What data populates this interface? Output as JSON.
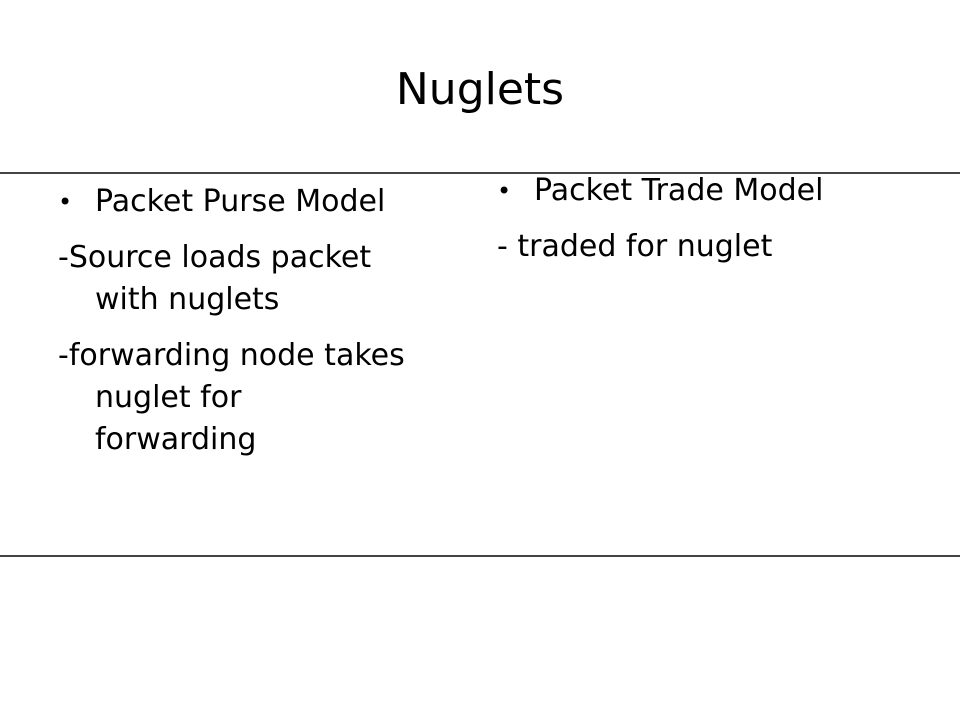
{
  "slide": {
    "title": "Nuglets",
    "left_column": {
      "heading": "Packet Purse Model",
      "lines": [
        "-Source loads packet with nuglets",
        "-forwarding node takes nuglet for forwarding"
      ]
    },
    "right_column": {
      "heading": "Packet Trade Model",
      "lines": [
        "- traded for nuglet"
      ]
    },
    "bullet": "•"
  }
}
